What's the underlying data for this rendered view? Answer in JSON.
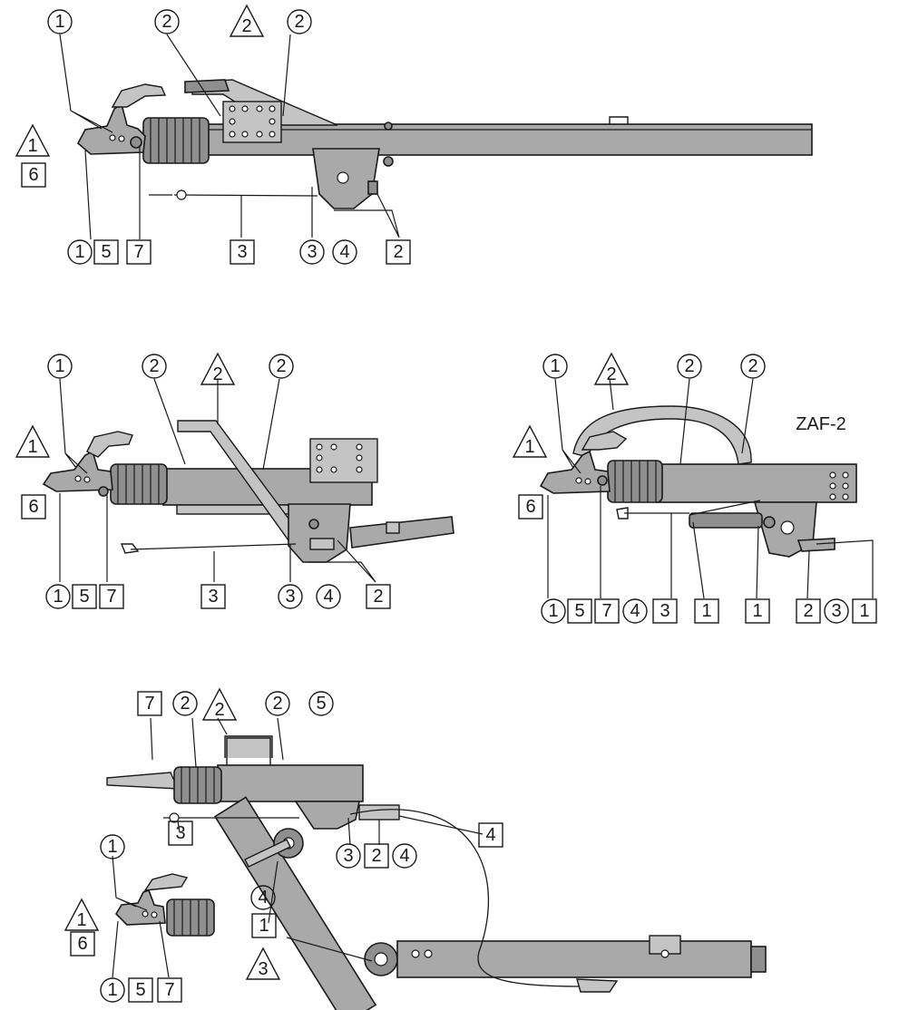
{
  "callouts": {
    "circle_1": "1",
    "circle_2": "2",
    "circle_3": "3",
    "circle_4": "4",
    "circle_5": "5",
    "square_1": "1",
    "square_2": "2",
    "square_3": "3",
    "square_4": "4",
    "square_5": "5",
    "square_6": "6",
    "square_7": "7",
    "triangle_1": "1",
    "triangle_2": "2",
    "triangle_3": "3"
  },
  "model_label": "ZAF-2"
}
